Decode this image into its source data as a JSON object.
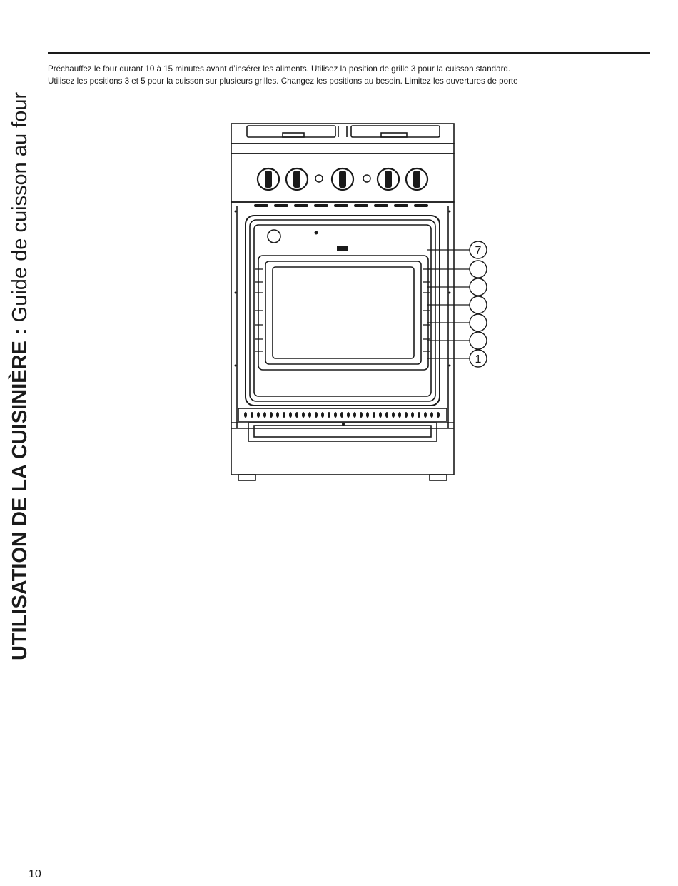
{
  "side_title": {
    "bold_part": "UTILISATION DE LA CUISINIÈRE :",
    "light_part": " Guide de cuisson au four"
  },
  "intro": {
    "line1": "Préchauffez le four durant 10 à 15 minutes avant d’insérer les aliments. Utilisez la position de grille 3 pour la cuisson standard.",
    "line2": "Utilisez les positions 3 et 5 pour la cuisson sur plusieurs grilles. Changez les positions au besoin. Limitez les ouvertures de porte"
  },
  "diagram": {
    "rack_labels": [
      "7",
      "",
      "",
      "",
      "",
      "",
      "1"
    ]
  },
  "page_number": "10"
}
